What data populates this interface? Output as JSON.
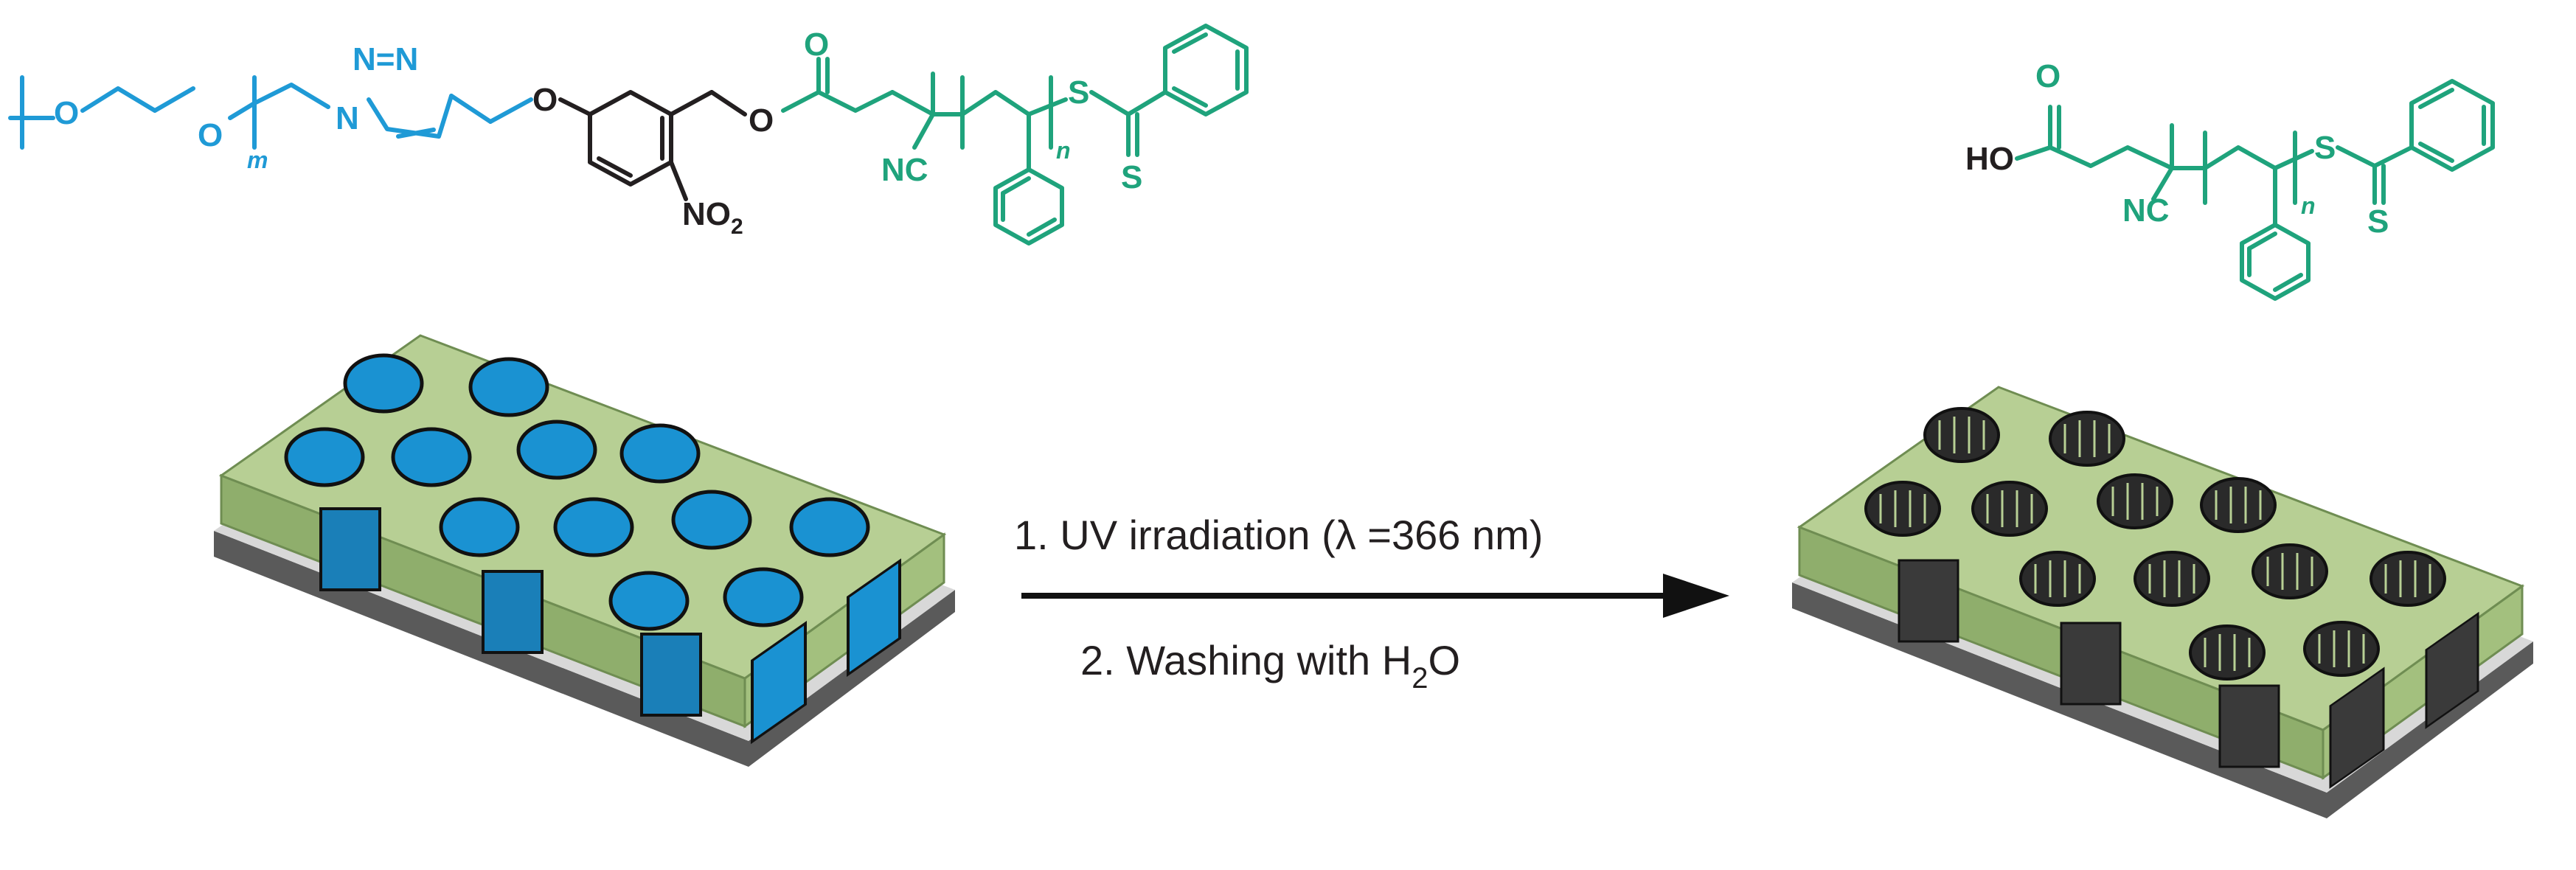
{
  "colors": {
    "peg_blue": "#1f9ad6",
    "linker_black": "#231f20",
    "polystyrene_green": "#1fa37c",
    "film_green": "#b7cf94",
    "film_green_side": "#8fae6c",
    "domain_blue": "#1a92d2",
    "substrate_gray": "#5a5a5a",
    "substrate_light": "#d8d8d8"
  },
  "molecule_left": {
    "peg_atoms": {
      "o1": "O",
      "o2": "O",
      "m": "m"
    },
    "triazole": {
      "n1": "N",
      "n2": "N=N"
    },
    "linker": {
      "o_ether": "O",
      "o_ester": "O",
      "no2": "NO",
      "no2_sub": "2"
    },
    "raft": {
      "o_carbonyl": "O",
      "nc": "NC",
      "n": "n",
      "s1": "S",
      "s2": "S"
    }
  },
  "molecule_right": {
    "ho": "HO",
    "o_carbonyl": "O",
    "nc": "NC",
    "n": "n",
    "s1": "S",
    "s2": "S"
  },
  "arrow": {
    "step1": "1. UV irradiation (λ =366 nm)",
    "step2_prefix": "2. Washing with H",
    "step2_sub": "2",
    "step2_suffix": "O"
  },
  "icons": {
    "left_film": "block-copolymer-film-with-cylinders",
    "right_film": "nanoporous-film-icon",
    "arrow": "right-arrow-icon"
  }
}
